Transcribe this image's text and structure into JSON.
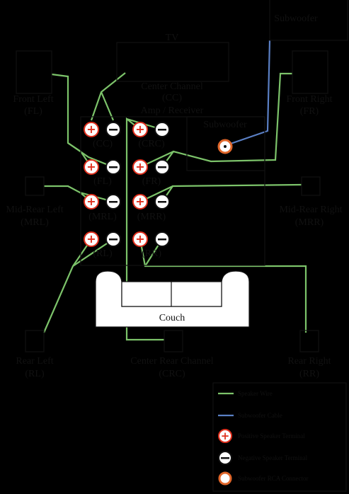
{
  "labels": {
    "tv": "TV",
    "subwoofer": "Subwoofer",
    "center_channel": "Center Channel",
    "center_channel_abbr": "(CC)",
    "front_left": "Front Left",
    "front_left_abbr": "(FL)",
    "front_right": "Front Right",
    "front_right_abbr": "(FR)",
    "amp": "Amp / Receiver",
    "amp_subwoofer": "Subwoofer",
    "mid_rear_left": "Mid-Rear Left",
    "mid_rear_left_abbr": "(MRL)",
    "mid_rear_right": "Mid-Rear Right",
    "mid_rear_right_abbr": "(MRR)",
    "couch": "Couch",
    "rear_left": "Rear Left",
    "rear_left_abbr": "(RL)",
    "center_rear": "Center Rear Channel",
    "center_rear_abbr": "(CRC)",
    "rear_right": "Rear Right",
    "rear_right_abbr": "(RR)"
  },
  "terminals": {
    "cc": "(CC)",
    "crc": "(CRC)",
    "fl": "(FL)",
    "fr": "(FR)",
    "mrl": "(MRL)",
    "mrr": "(MRR)",
    "rl": "(RL)",
    "rr": "(RR)"
  },
  "legend": {
    "speaker_wire": "Speaker Wire",
    "subwoofer_cable": "Subwoofer Cable",
    "positive_terminal": "Positive Speaker Terminal",
    "negative_terminal": "Negative Speaker Terminal",
    "rca_connector": "Subwoofer RCA Connector"
  },
  "colors": {
    "speaker_wire": "#7cc36a",
    "subwoofer_cable": "#5a7fc4",
    "positive": "#e0301e",
    "rca": "#e0662a"
  }
}
